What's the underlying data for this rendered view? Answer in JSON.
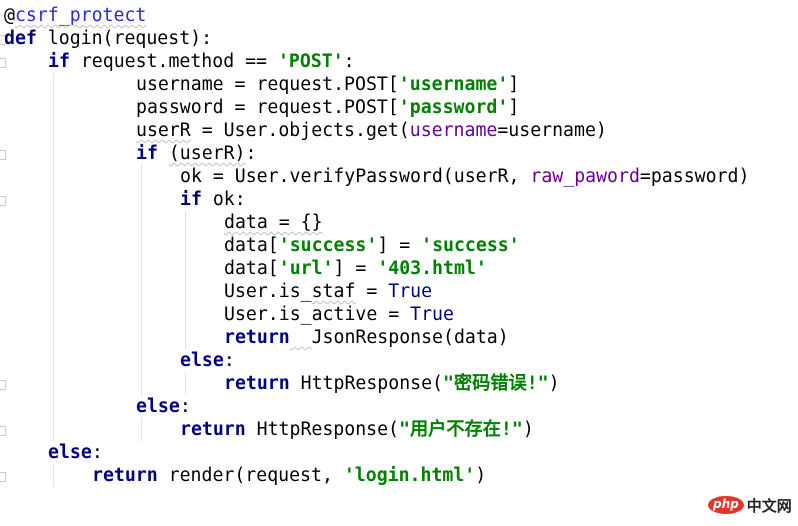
{
  "editor": {
    "language": "python",
    "lines": [
      {
        "indent": 0,
        "tokens": [
          {
            "t": "@",
            "c": "at"
          },
          {
            "t": "csrf_protect",
            "c": "deco squiggle"
          }
        ]
      },
      {
        "indent": 0,
        "tokens": [
          {
            "t": "def",
            "c": "kw"
          },
          {
            "t": " login(request):",
            "c": ""
          }
        ]
      },
      {
        "indent": 4,
        "tokens": [
          {
            "t": "if",
            "c": "kw"
          },
          {
            "t": " request.method == ",
            "c": ""
          },
          {
            "t": "'POST'",
            "c": "str"
          },
          {
            "t": ":",
            "c": ""
          }
        ]
      },
      {
        "indent": 12,
        "tokens": [
          {
            "t": "username = request.POST[",
            "c": ""
          },
          {
            "t": "'username'",
            "c": "str"
          },
          {
            "t": "]",
            "c": ""
          }
        ]
      },
      {
        "indent": 12,
        "tokens": [
          {
            "t": "password = request.POST[",
            "c": ""
          },
          {
            "t": "'password'",
            "c": "str"
          },
          {
            "t": "]",
            "c": ""
          }
        ]
      },
      {
        "indent": 12,
        "tokens": [
          {
            "t": "userR",
            "c": "squiggle"
          },
          {
            "t": " = User.objects.get(",
            "c": ""
          },
          {
            "t": "username",
            "c": "kwarg"
          },
          {
            "t": "=username)",
            "c": ""
          }
        ]
      },
      {
        "indent": 12,
        "tokens": [
          {
            "t": "if",
            "c": "kw"
          },
          {
            "t": " ",
            "c": ""
          },
          {
            "t": "(userR)",
            "c": "squiggle"
          },
          {
            "t": ":",
            "c": ""
          }
        ]
      },
      {
        "indent": 16,
        "tokens": [
          {
            "t": "ok = User.verifyPassword(userR, ",
            "c": ""
          },
          {
            "t": "raw_paword",
            "c": "kwarg"
          },
          {
            "t": "=password)",
            "c": ""
          }
        ]
      },
      {
        "indent": 16,
        "tokens": [
          {
            "t": "if",
            "c": "kw"
          },
          {
            "t": " ok:",
            "c": ""
          }
        ]
      },
      {
        "indent": 20,
        "tokens": [
          {
            "t": "data = {}",
            "c": "squiggle"
          }
        ]
      },
      {
        "indent": 20,
        "tokens": [
          {
            "t": "data[",
            "c": ""
          },
          {
            "t": "'success'",
            "c": "str"
          },
          {
            "t": "] = ",
            "c": ""
          },
          {
            "t": "'success'",
            "c": "str"
          }
        ]
      },
      {
        "indent": 20,
        "tokens": [
          {
            "t": "data[",
            "c": ""
          },
          {
            "t": "'url'",
            "c": "str"
          },
          {
            "t": "] = ",
            "c": ""
          },
          {
            "t": "'403.html'",
            "c": "str"
          }
        ]
      },
      {
        "indent": 20,
        "tokens": [
          {
            "t": "User.is_",
            "c": ""
          },
          {
            "t": "staf",
            "c": "squiggle"
          },
          {
            "t": " = ",
            "c": ""
          },
          {
            "t": "True",
            "c": "kw-n"
          }
        ]
      },
      {
        "indent": 20,
        "tokens": [
          {
            "t": "User.is_active = ",
            "c": ""
          },
          {
            "t": "True",
            "c": "kw-n"
          }
        ]
      },
      {
        "indent": 20,
        "tokens": [
          {
            "t": "return",
            "c": "kw"
          },
          {
            "t": "  ",
            "c": "squiggle"
          },
          {
            "t": "JsonResponse(data)",
            "c": ""
          }
        ]
      },
      {
        "indent": 16,
        "tokens": [
          {
            "t": "else",
            "c": "kw"
          },
          {
            "t": ":",
            "c": ""
          }
        ]
      },
      {
        "indent": 20,
        "tokens": [
          {
            "t": "return",
            "c": "kw"
          },
          {
            "t": " HttpResponse(",
            "c": ""
          },
          {
            "t": "\"密码错误!\"",
            "c": "str"
          },
          {
            "t": ")",
            "c": ""
          }
        ]
      },
      {
        "indent": 12,
        "tokens": [
          {
            "t": "else",
            "c": "kw"
          },
          {
            "t": ":",
            "c": ""
          }
        ]
      },
      {
        "indent": 16,
        "tokens": [
          {
            "t": "return",
            "c": "kw"
          },
          {
            "t": " HttpResponse(",
            "c": ""
          },
          {
            "t": "\"用户不存在!\"",
            "c": "str"
          },
          {
            "t": ")",
            "c": ""
          }
        ]
      },
      {
        "indent": 4,
        "tokens": [
          {
            "t": "else",
            "c": "kw"
          },
          {
            "t": ":",
            "c": ""
          }
        ]
      },
      {
        "indent": 8,
        "tokens": [
          {
            "t": "return",
            "c": "kw"
          },
          {
            "t": " render(request, ",
            "c": ""
          },
          {
            "t": "'login.html'",
            "c": "str"
          },
          {
            "t": ")",
            "c": ""
          }
        ]
      }
    ]
  },
  "watermark": {
    "badge": "php",
    "text": "中文网",
    "badge_color": "#e8332a"
  },
  "colors": {
    "keyword": "#000080",
    "string": "#008000",
    "kwarg": "#660099",
    "decorator": "#2a2ad0",
    "text": "#000000"
  }
}
